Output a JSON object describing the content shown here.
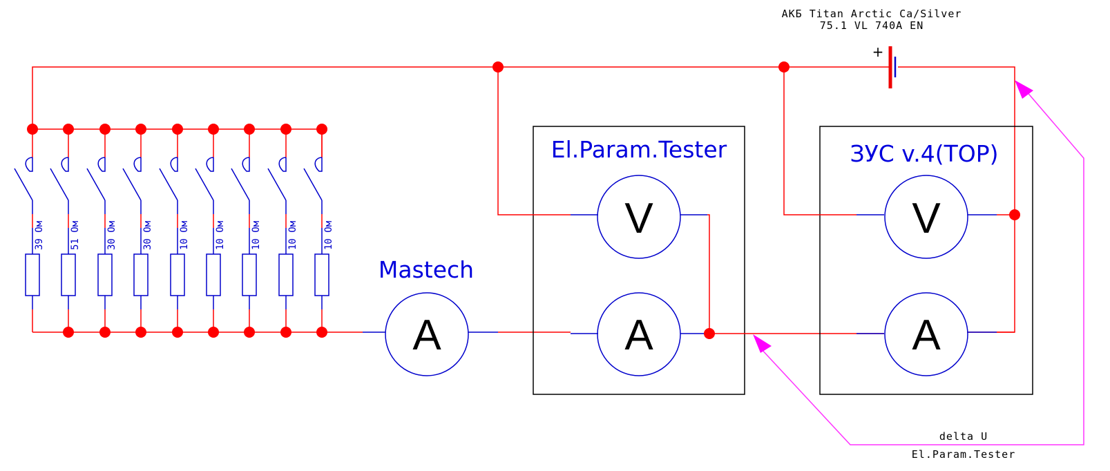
{
  "diagram": {
    "type": "electrical-schematic",
    "battery": {
      "label_line1": "АКБ Titan Arctic Ca/Silver",
      "label_line2": "75.1 VL 740A EN",
      "polarity_mark": "+"
    },
    "resistors": [
      {
        "label": "39 Ом"
      },
      {
        "label": "51 Ом"
      },
      {
        "label": "30 Ом"
      },
      {
        "label": "30 Ом"
      },
      {
        "label": "10 Ом"
      },
      {
        "label": "10 Ом"
      },
      {
        "label": "10 Ом"
      },
      {
        "label": "10 Ом"
      },
      {
        "label": "10 Ом"
      }
    ],
    "mastech": {
      "title": "Mastech",
      "ammeter_symbol": "A"
    },
    "tester": {
      "title": "El.Param.Tester",
      "voltmeter_symbol": "V",
      "ammeter_symbol": "A"
    },
    "charger": {
      "title": "ЗУС v.4(TOP)",
      "voltmeter_symbol": "V",
      "ammeter_symbol": "A"
    },
    "delta_annotation": {
      "line1": "delta U",
      "line2": "El.Param.Tester"
    },
    "colors": {
      "wire": "#ff0000",
      "component": "#0000cc",
      "box": "#000000",
      "annotation": "#ff00ff",
      "title": "#0000dd"
    }
  }
}
